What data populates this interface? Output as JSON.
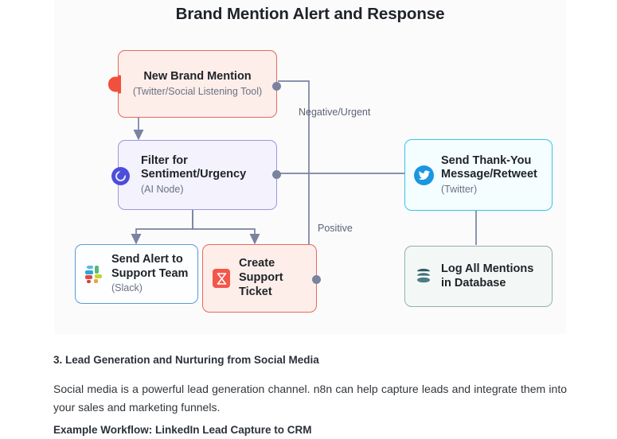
{
  "diagram": {
    "title": "Brand Mention Alert and Response",
    "nodes": [
      {
        "id": "new-brand-mention",
        "title": "New Brand Mention",
        "subtitle": "(Twitter/Social Listening Tool)",
        "icon": "trigger-bolt-icon",
        "variant": "trigger"
      },
      {
        "id": "filter-sentiment",
        "title": "Filter for Sentiment/Urgency",
        "subtitle": "(AI Node)",
        "icon": "ai-brain-icon",
        "variant": "ai"
      },
      {
        "id": "send-alert-support",
        "title": "Send Alert to Support Team",
        "subtitle": "(Slack)",
        "icon": "slack-icon",
        "variant": "slack"
      },
      {
        "id": "create-support-ticket",
        "title": "Create Support Ticket",
        "subtitle": "",
        "icon": "ticket-hourglass-icon",
        "variant": "ticket"
      },
      {
        "id": "send-thank-you",
        "title": "Send Thank-You Message/Retweet",
        "subtitle": "(Twitter)",
        "icon": "twitter-bird-icon",
        "variant": "twitter"
      },
      {
        "id": "log-all-mentions",
        "title": "Log All Mentions in Database",
        "subtitle": "",
        "icon": "database-icon",
        "variant": "database"
      }
    ],
    "edge_labels": [
      {
        "id": "negative-urgent",
        "text": "Negative/Urgent"
      },
      {
        "id": "positive",
        "text": "Positive"
      }
    ],
    "colors": {
      "canvas_background": "#fbfbfc",
      "trigger_red": "#e8685a",
      "ai_purple": "#9b97e0",
      "slack_blue": "#5a9bd4",
      "twitter_cyan": "#35c6e6",
      "database_green": "#93b0a8",
      "edge_gray": "#7b82a0",
      "title_text": "#1f2328",
      "subtitle_text": "#6a7183"
    }
  },
  "document": {
    "heading": "3. Lead Generation and Nurturing from Social Media",
    "paragraph": "Social media is a powerful lead generation channel. n8n can help capture leads and integrate them into your sales and marketing funnels.",
    "subheading": "Example Workflow: LinkedIn Lead Capture to CRM"
  }
}
